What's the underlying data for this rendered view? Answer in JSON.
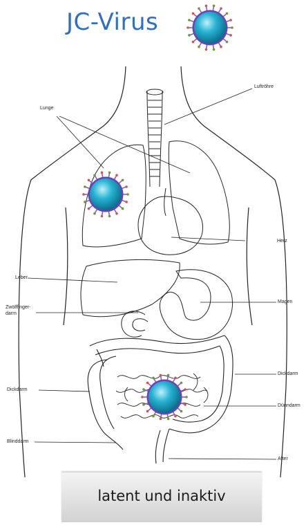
{
  "title": "JC-Virus",
  "labels": {
    "lunge": "Lunge",
    "luftroehre": "Luftröhre",
    "herz": "Herz",
    "leber": "Leber",
    "magen": "Magen",
    "zwoelffinger_1": "Zwölffinger-",
    "zwoelffinger_2": "darm",
    "dickdarm_left": "Dickdarm",
    "dickdarm_right": "Dickdarm",
    "duenndarm": "Dünndarm",
    "blinddarm": "Blinddarm",
    "after": "After"
  },
  "status": "latent und inaktiv",
  "colors": {
    "title": "#2e6fc4",
    "virus_core": "#1aa6c8",
    "virus_spike": "#8a5ad0"
  }
}
